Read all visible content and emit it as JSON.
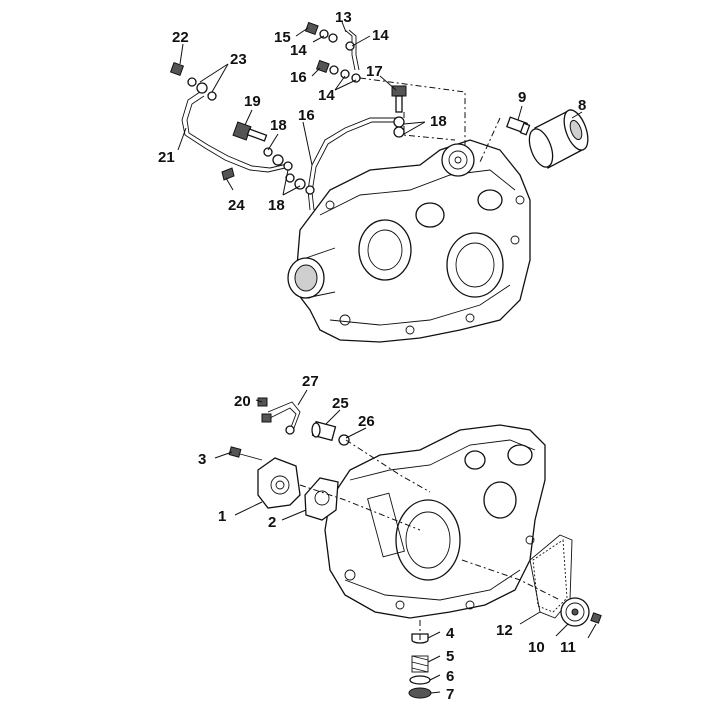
{
  "callouts": {
    "c1": "1",
    "c2": "2",
    "c3": "3",
    "c4": "4",
    "c5": "5",
    "c6": "6",
    "c7": "7",
    "c8": "8",
    "c9": "9",
    "c10": "10",
    "c11": "11",
    "c12": "12",
    "c13": "13",
    "c14a": "14",
    "c14b": "14",
    "c14c": "14",
    "c15": "15",
    "c16a": "16",
    "c16b": "16",
    "c17": "17",
    "c18a": "18",
    "c18b": "18",
    "c18c": "18",
    "c19": "19",
    "c20": "20",
    "c21": "21",
    "c22": "22",
    "c23": "23",
    "c24": "24",
    "c25": "25",
    "c26": "26",
    "c27": "27"
  }
}
